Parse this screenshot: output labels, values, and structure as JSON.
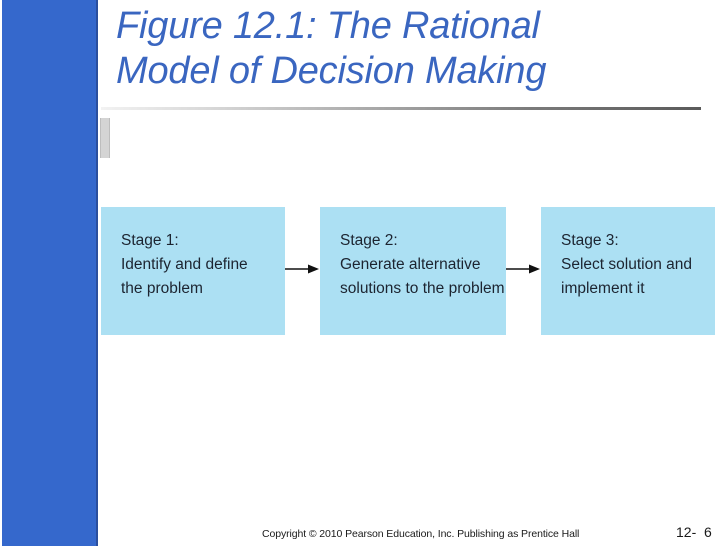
{
  "slide": {
    "title": "Figure 12.1: The Rational\nModel of Decision Making",
    "title_color": "#3a66c0",
    "sidebar_color": "#3568cc",
    "box_fill_color": "#ace0f3"
  },
  "diagram": {
    "type": "flowchart",
    "orientation": "left-to-right",
    "stages": [
      {
        "label": "Stage 1:\nIdentify and define\nthe problem",
        "heading": "Stage 1:",
        "body": "Identify and define the problem"
      },
      {
        "label": "Stage 2:\nGenerate alternative\nsolutions to the problem",
        "heading": "Stage 2:",
        "body": "Generate alternative solutions to the problem"
      },
      {
        "label": "Stage 3:\nSelect solution and\nimplement it",
        "heading": "Stage 3:",
        "body": "Select solution and implement it"
      }
    ],
    "connectors": [
      {
        "from": "Stage 1",
        "to": "Stage 2",
        "icon": "arrow-right-icon"
      },
      {
        "from": "Stage 2",
        "to": "Stage 3",
        "icon": "arrow-right-icon"
      }
    ]
  },
  "footer": {
    "copyright": "Copyright © 2010 Pearson Education, Inc. Publishing as Prentice Hall",
    "page_number": "12-  6"
  }
}
